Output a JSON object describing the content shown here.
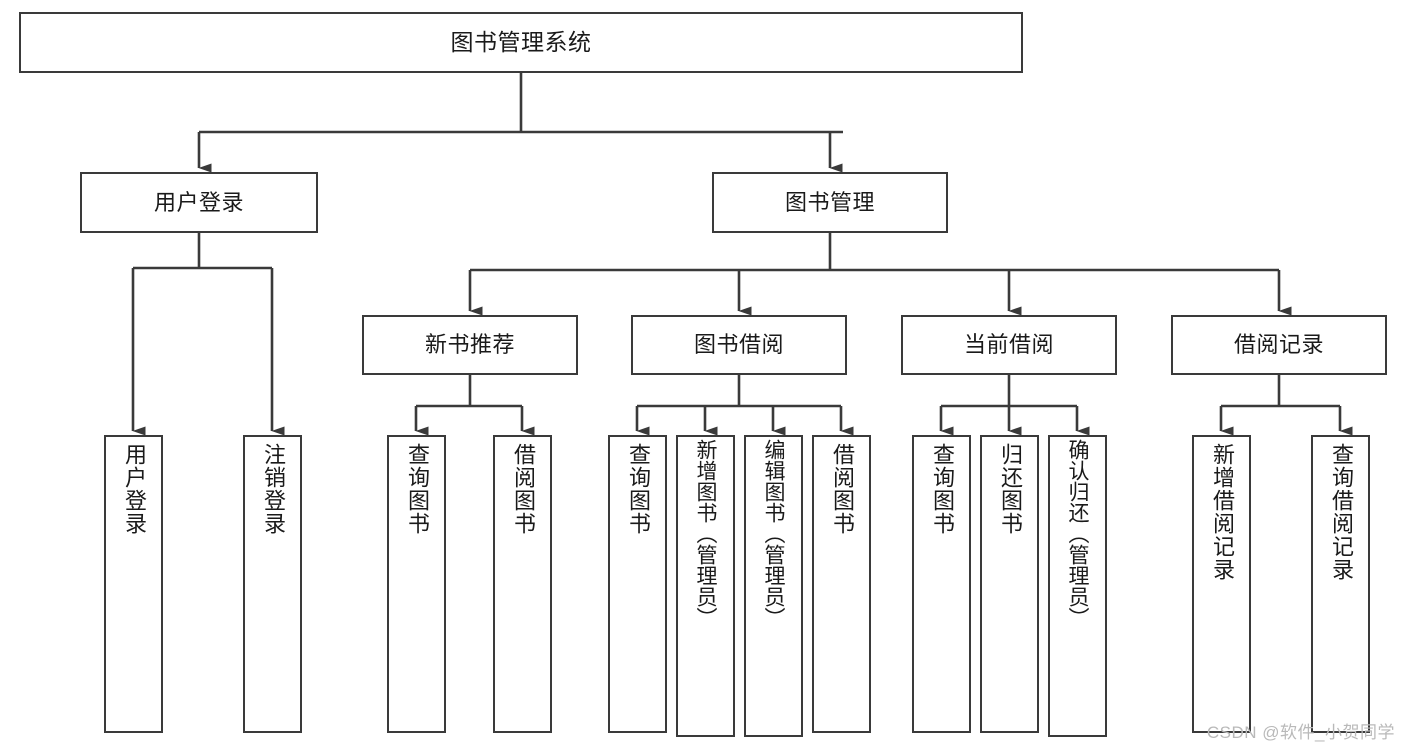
{
  "diagram": {
    "type": "tree",
    "title": "图书管理系统",
    "root": {
      "label": "图书管理系统"
    },
    "level2": [
      {
        "label": "用户登录"
      },
      {
        "label": "图书管理"
      }
    ],
    "level3": [
      {
        "label": "新书推荐"
      },
      {
        "label": "图书借阅"
      },
      {
        "label": "当前借阅"
      },
      {
        "label": "借阅记录"
      }
    ],
    "leaves": {
      "user_login": [
        {
          "label": "用户登录"
        },
        {
          "label": "注销登录"
        }
      ],
      "new_book_recommend": [
        {
          "label": "查询图书"
        },
        {
          "label": "借阅图书"
        }
      ],
      "book_borrow": [
        {
          "label": "查询图书"
        },
        {
          "label": "新增图书（管理员）"
        },
        {
          "label": "编辑图书（管理员）"
        },
        {
          "label": "借阅图书"
        }
      ],
      "current_borrow": [
        {
          "label": "查询图书"
        },
        {
          "label": "归还图书"
        },
        {
          "label": "确认归还（管理员）"
        }
      ],
      "borrow_record": [
        {
          "label": "新增借阅记录"
        },
        {
          "label": "查询借阅记录"
        }
      ]
    }
  },
  "colors": {
    "box_border": "#3a3a3a",
    "box_fill": "#ffffff",
    "connector": "#3a3a3a",
    "text": "#1a1a1a",
    "watermark": "#b9b9b9",
    "background": "#ffffff"
  },
  "watermark": {
    "text": "CSDN @软件_小贺同学"
  }
}
